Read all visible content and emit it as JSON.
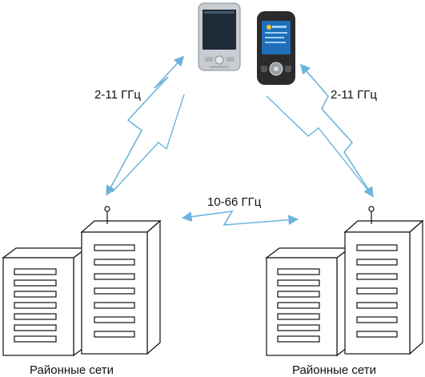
{
  "links": {
    "left_freq": "2-11 ГГц",
    "right_freq": "2-11 ГГц",
    "center_freq": "10-66 ГГц"
  },
  "captions": {
    "left": "Районные сети",
    "right": "Районные сети"
  },
  "colors": {
    "radio_link": "#6cb4dc",
    "server_stroke": "#111111",
    "server_fill": "#ffffff",
    "device_body": "#c9cdd2",
    "device_screen": "#1e2a38",
    "phone_body": "#2b2b2b",
    "phone_screen": "#1f6fb8"
  },
  "icons": [
    "pda-icon",
    "smartphone-icon",
    "server-rack-icon",
    "antenna-icon",
    "radio-link-icon"
  ]
}
